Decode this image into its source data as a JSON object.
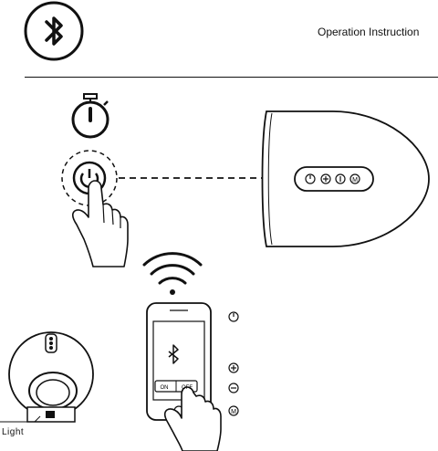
{
  "header": {
    "title": "Operation Instruction",
    "logo_icon": "bluetooth-icon"
  },
  "speaker_panel": {
    "buttons": [
      "power-icon",
      "plus-icon",
      "info-icon",
      "mode-icon"
    ]
  },
  "phone": {
    "toggle_on_label": "ON",
    "toggle_off_label": "OFF",
    "screen_icon": "bluetooth-icon"
  },
  "legend_icons": [
    "power-icon",
    "plus-icon",
    "minus-icon",
    "mode-icon"
  ],
  "side_device": {
    "label": "Light"
  },
  "colors": {
    "ink": "#111111",
    "paper": "#ffffff",
    "accent": "#333333"
  }
}
